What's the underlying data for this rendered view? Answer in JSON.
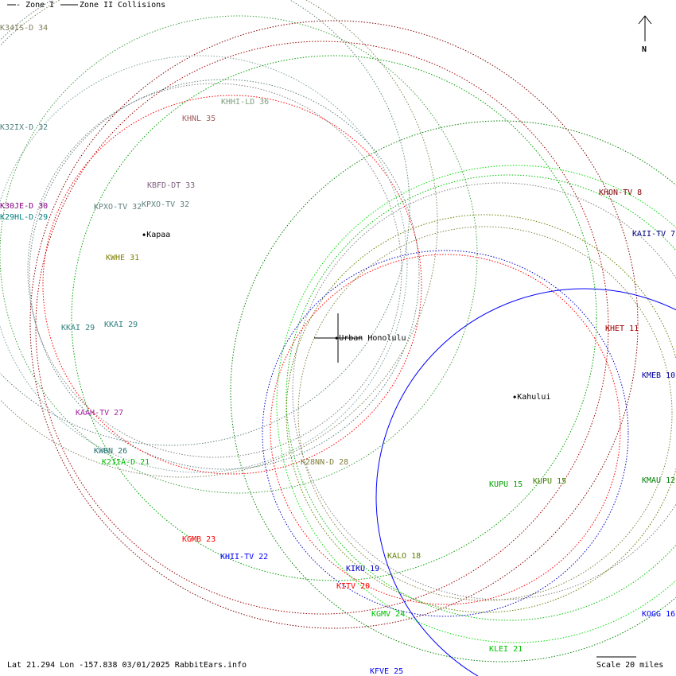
{
  "legend": {
    "zone1": "--- Zone I",
    "zone2": "Zone II",
    "collisions": "Collisions"
  },
  "stations": [
    {
      "id": "k34is",
      "label": "K34IS-D 34",
      "color": "#808060"
    },
    {
      "id": "k32ix",
      "label": "K32IX-D 32",
      "color": "#508080"
    },
    {
      "id": "k30je",
      "label": "K30JE-D 30",
      "color": "#800080"
    },
    {
      "id": "k29hl",
      "label": "K29HL-D 29",
      "color": "#008080"
    },
    {
      "id": "khhi",
      "label": "KHHI-LD 36",
      "color": "#80a080"
    },
    {
      "id": "khnl",
      "label": "KHNL 35",
      "color": "#a06060"
    },
    {
      "id": "kbfd",
      "label": "KBFD-DT 33",
      "color": "#806080"
    },
    {
      "id": "kpxo1",
      "label": "KPXO-TV 32",
      "color": "#608080"
    },
    {
      "id": "kpxo2",
      "label": "KPXO-TV 32",
      "color": "#608080"
    },
    {
      "id": "kwhe",
      "label": "KWHE 31",
      "color": "#808000"
    },
    {
      "id": "kkai1",
      "label": "KKAI 29",
      "color": "#308080"
    },
    {
      "id": "kkai2",
      "label": "KKAI 29",
      "color": "#308080"
    },
    {
      "id": "kaah",
      "label": "KAAH-TV 27",
      "color": "#a020a0"
    },
    {
      "id": "kwbn",
      "label": "KWBN 26",
      "color": "#207070"
    },
    {
      "id": "k21ia",
      "label": "K21IA-D 21",
      "color": "#00c000"
    },
    {
      "id": "k28nn",
      "label": "K28NN-D 28",
      "color": "#808040"
    },
    {
      "id": "kgmb",
      "label": "KGMB 23",
      "color": "#ff0000"
    },
    {
      "id": "khii",
      "label": "KHII-TV 22",
      "color": "#0000ff"
    },
    {
      "id": "kiku",
      "label": "KIKU 19",
      "color": "#0000c0"
    },
    {
      "id": "kitv",
      "label": "KITV 20",
      "color": "#ff0000"
    },
    {
      "id": "kalo",
      "label": "KALO 18",
      "color": "#608000"
    },
    {
      "id": "kgmv",
      "label": "KGMV 24",
      "color": "#00c000"
    },
    {
      "id": "klei",
      "label": "KLEI 21",
      "color": "#00c000"
    },
    {
      "id": "kfve",
      "label": "KFVE 25",
      "color": "#0000ff"
    },
    {
      "id": "kupu1",
      "label": "KUPU 15",
      "color": "#00a000"
    },
    {
      "id": "kupu2",
      "label": "KUPU 15",
      "color": "#408000"
    },
    {
      "id": "kmau",
      "label": "KMAU 12",
      "color": "#008000"
    },
    {
      "id": "khon",
      "label": "KHON-TV 8",
      "color": "#800000"
    },
    {
      "id": "kaii",
      "label": "KAII-TV 7",
      "color": "#000080"
    },
    {
      "id": "khet",
      "label": "KHET 11",
      "color": "#a00000"
    },
    {
      "id": "kmeb",
      "label": "KMEB 10",
      "color": "#0000a0"
    },
    {
      "id": "kogg",
      "label": "KOGG 16",
      "color": "#0000ff"
    }
  ],
  "cities": {
    "kapaa": "Kapaa",
    "honolulu": "Urban Honolulu",
    "kahului": "Kahului"
  },
  "north_label": "N",
  "footer": {
    "info": "Lat 21.294 Lon -157.838 03/01/2025 RabbitEars.info",
    "scale": "Scale 20 miles"
  }
}
